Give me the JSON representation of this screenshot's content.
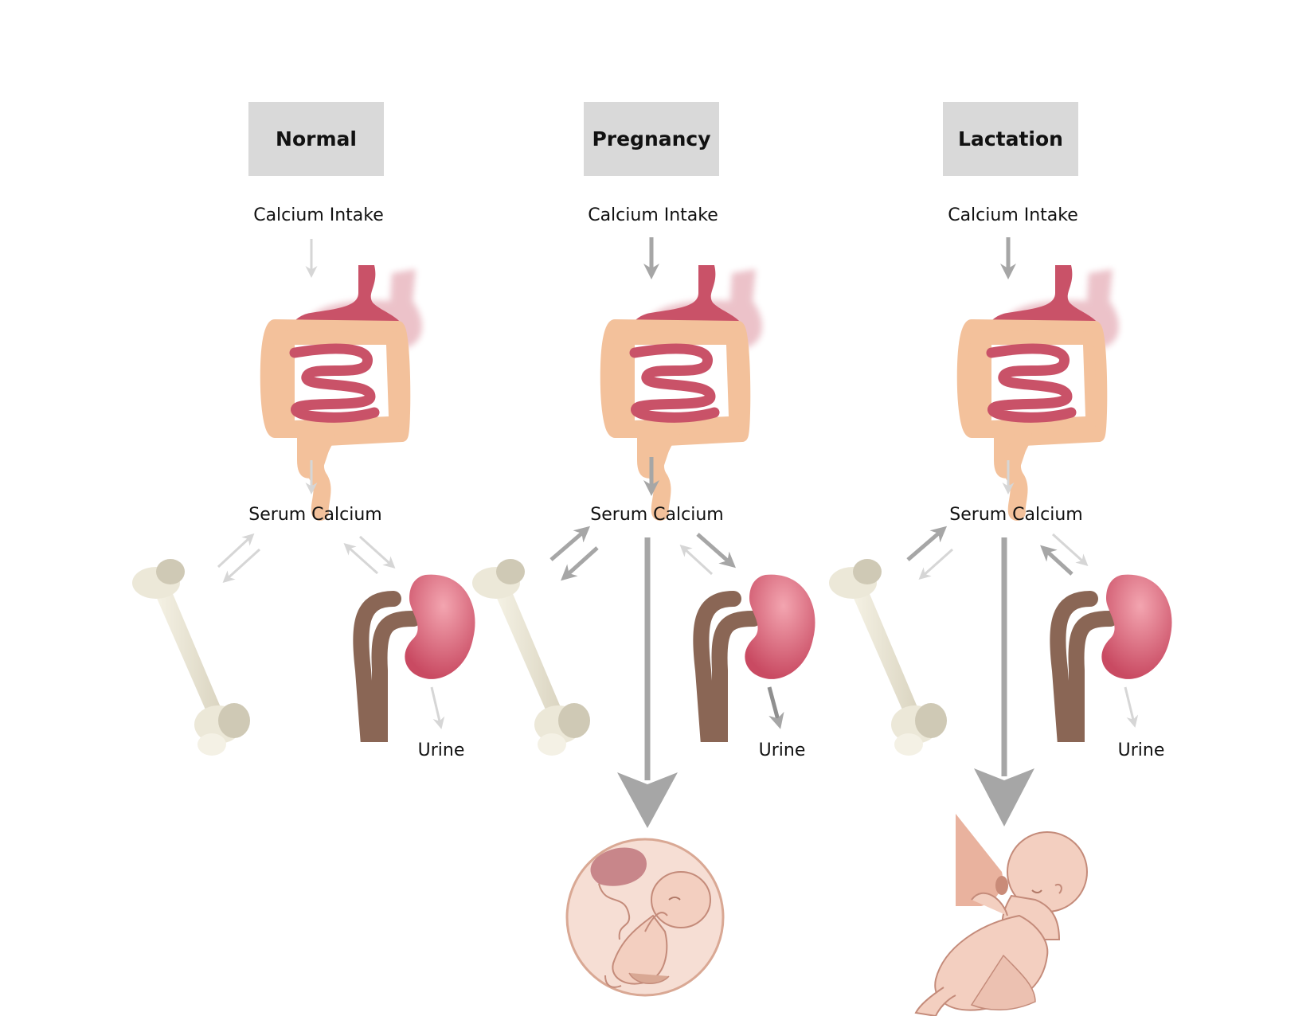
{
  "panels": [
    {
      "id": "normal",
      "title": "Normal",
      "intake": "Calcium Intake",
      "serum": "Serum Calcium",
      "urine": "Urine"
    },
    {
      "id": "pregnancy",
      "title": "Pregnancy",
      "intake": "Calcium Intake",
      "serum": "Serum Calcium",
      "urine": "Urine"
    },
    {
      "id": "lactation",
      "title": "Lactation",
      "intake": "Calcium Intake",
      "serum": "Serum Calcium",
      "urine": "Urine"
    }
  ],
  "colors": {
    "header_bg": "#d9d9d9",
    "arrow_light": "#d6d6d6",
    "arrow_dark": "#a6a6a6",
    "intestine": "#c95268",
    "colon": "#f3c19b",
    "kidney": "#d4596f",
    "ureter": "#8a6655",
    "bone": "#ece8d8",
    "skin": "#f3cfc0"
  }
}
